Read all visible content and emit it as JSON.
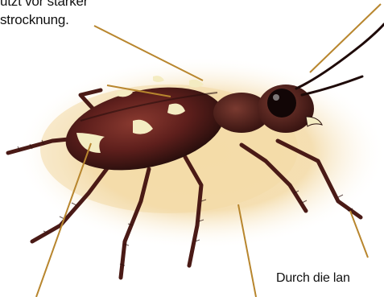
{
  "labels": {
    "top_line1": "utzt vor starker",
    "top_line2": "strocknung.",
    "right_bottom": "Durch die lan"
  },
  "colors": {
    "leader_line": "#b8862e",
    "background_glow": "#f3d9a4",
    "beetle_body": "#5e1f1c",
    "beetle_dark": "#2a0f0d",
    "markings": "#f4ecc2",
    "text": "#111111"
  },
  "figure": {
    "subject": "tiger beetle illustration",
    "icon": "beetle-illustration"
  }
}
